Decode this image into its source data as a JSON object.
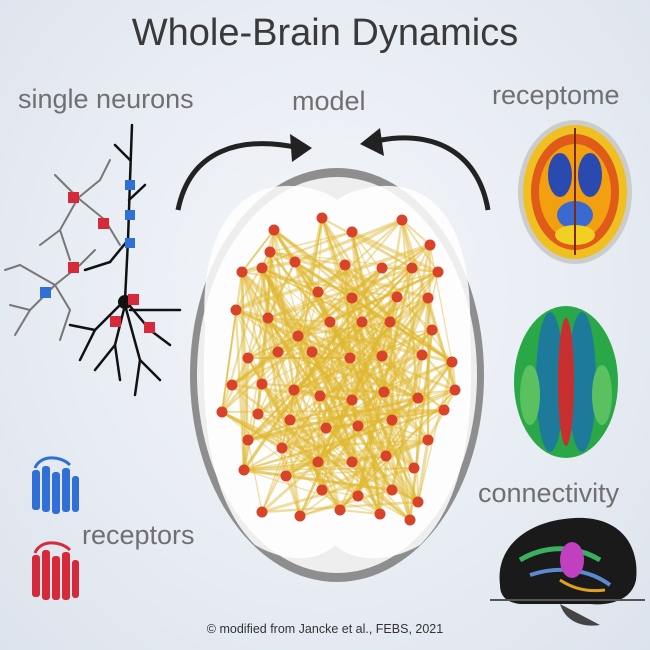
{
  "title": "Whole-Brain Dynamics",
  "labels": {
    "single_neurons": "single neurons",
    "model": "model",
    "receptome": "receptome",
    "connectivity": "connectivity",
    "receptors": "receptors"
  },
  "credit": "© modified from Jancke et al., FEBS, 2021",
  "colors": {
    "node": "#d8432a",
    "edge": "#e0b82e",
    "brain_outline": "#8a8a8a",
    "receptor_blue": "#2f6fd6",
    "receptor_red": "#d62a3a"
  }
}
